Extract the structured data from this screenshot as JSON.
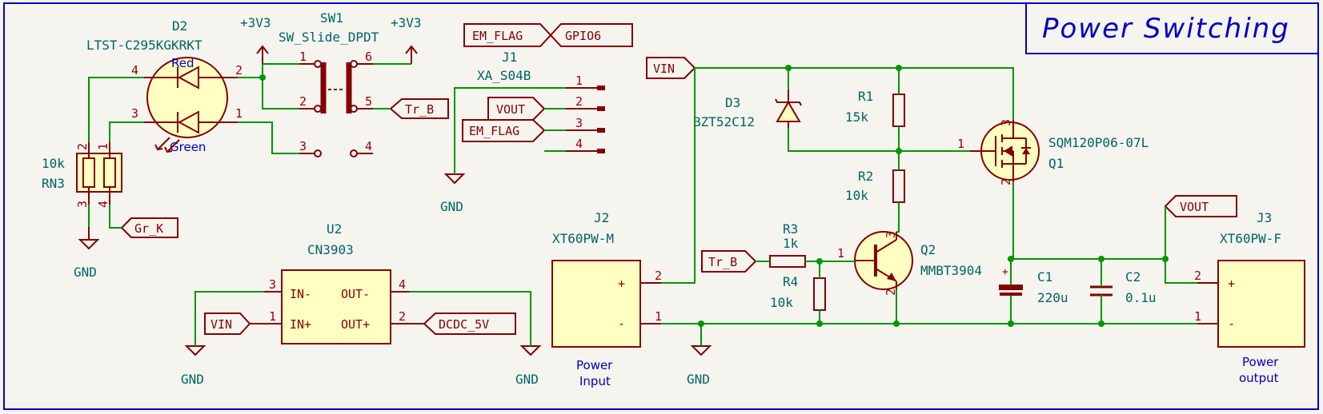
{
  "title": "Power Switching",
  "colors": {
    "wire": "#009600",
    "body": "#840000",
    "fill": "#ffffc2",
    "ref": "#006464",
    "pin": "#a00000",
    "frame": "#0000c4"
  },
  "power": {
    "v33": "+3V3",
    "gnd": "GND"
  },
  "labels": {
    "em_flag": "EM_FLAG",
    "gpio6": "GPIO6",
    "vout": "VOUT",
    "tr_b": "Tr_B",
    "vin": "VIN",
    "gr_k": "Gr_K",
    "dcdc": "DCDC_5V"
  },
  "d2": {
    "ref": "D2",
    "value": "LTST-C295KGKRKT",
    "red": "Red",
    "green": "Green",
    "pins": [
      "4",
      "2",
      "3",
      "1"
    ]
  },
  "sw1": {
    "ref": "SW1",
    "value": "SW_Slide_DPDT",
    "pins": [
      "1",
      "2",
      "3",
      "6",
      "5",
      "4"
    ]
  },
  "j1": {
    "ref": "J1",
    "value": "XA_S04B",
    "pins": [
      "1",
      "2",
      "3",
      "4"
    ]
  },
  "rn3": {
    "ref": "RN3",
    "value": "10k",
    "pins": [
      "2",
      "1",
      "3",
      "4"
    ]
  },
  "u2": {
    "ref": "U2",
    "value": "CN3903",
    "in_neg": "IN-",
    "in_pos": "IN+",
    "out_neg": "OUT-",
    "out_pos": "OUT+",
    "pins": [
      "3",
      "1",
      "4",
      "2"
    ]
  },
  "j2": {
    "ref": "J2",
    "value": "XT60PW-M",
    "plus": "+",
    "minus": "-",
    "pins": [
      "2",
      "1"
    ],
    "note1": "Power",
    "note2": "Input"
  },
  "j3": {
    "ref": "J3",
    "value": "XT60PW-F",
    "plus": "+",
    "minus": "-",
    "pins": [
      "2",
      "1"
    ],
    "note1": "Power",
    "note2": "output"
  },
  "d3": {
    "ref": "D3",
    "value": "BZT52C12"
  },
  "r1": {
    "ref": "R1",
    "value": "15k"
  },
  "r2": {
    "ref": "R2",
    "value": "10k"
  },
  "r3": {
    "ref": "R3",
    "value": "1k"
  },
  "r4": {
    "ref": "R4",
    "value": "10k"
  },
  "q1": {
    "ref": "Q1",
    "value": "SQM120P06-07L",
    "pins": [
      "3",
      "1",
      "2"
    ]
  },
  "q2": {
    "ref": "Q2",
    "value": "MMBT3904",
    "pins": [
      "3",
      "1",
      "2"
    ]
  },
  "c1": {
    "ref": "C1",
    "value": "220u",
    "plus": "+"
  },
  "c2": {
    "ref": "C2",
    "value": "0.1u"
  }
}
